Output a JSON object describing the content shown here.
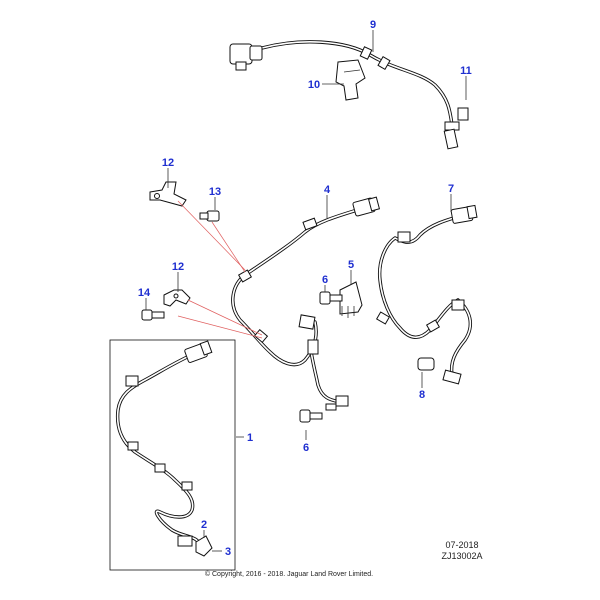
{
  "callouts": {
    "c1": "1",
    "c2": "2",
    "c3": "3",
    "c4": "4",
    "c5": "5",
    "c6a": "6",
    "c6b": "6",
    "c7": "7",
    "c8": "8",
    "c9": "9",
    "c10": "10",
    "c11": "11",
    "c12a": "12",
    "c12b": "12",
    "c13": "13",
    "c14": "14"
  },
  "date_code": "07-2018",
  "drawing_ref": "ZJ13002A",
  "copyright": "© Copyright, 2016 - 2018. Jaguar Land Rover Limited.",
  "colors": {
    "callout": "#1f2fd0",
    "line": "#111111",
    "guide": "#e06060"
  }
}
